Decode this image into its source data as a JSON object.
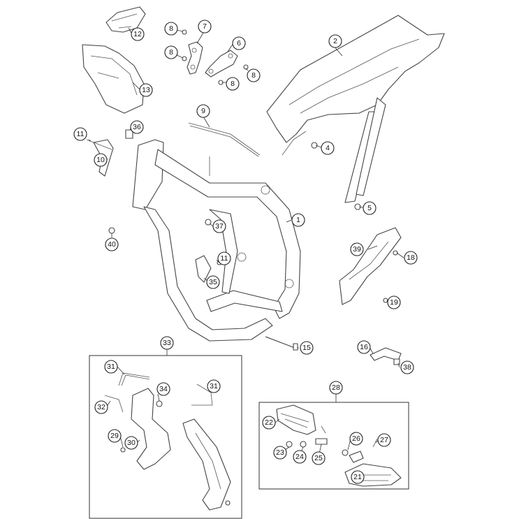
{
  "callouts": {
    "c1": "1",
    "c2": "2",
    "c4": "4",
    "c5": "5",
    "c6": "6",
    "c7": "7",
    "c8a": "8",
    "c8b": "8",
    "c8c": "8",
    "c8d": "8",
    "c9": "9",
    "c10": "10",
    "c11a": "11",
    "c11b": "11",
    "c12": "12",
    "c13": "13",
    "c15": "15",
    "c16": "16",
    "c18": "18",
    "c19": "19",
    "c21": "21",
    "c22": "22",
    "c23": "23",
    "c24": "24",
    "c25": "25",
    "c26": "26",
    "c27": "27",
    "c28": "28",
    "c29": "29",
    "c30": "30",
    "c31a": "31",
    "c31b": "31",
    "c32": "32",
    "c33": "33",
    "c34": "34",
    "c35": "35",
    "c36": "36",
    "c37": "37",
    "c38": "38",
    "c39": "39",
    "c40": "40"
  }
}
